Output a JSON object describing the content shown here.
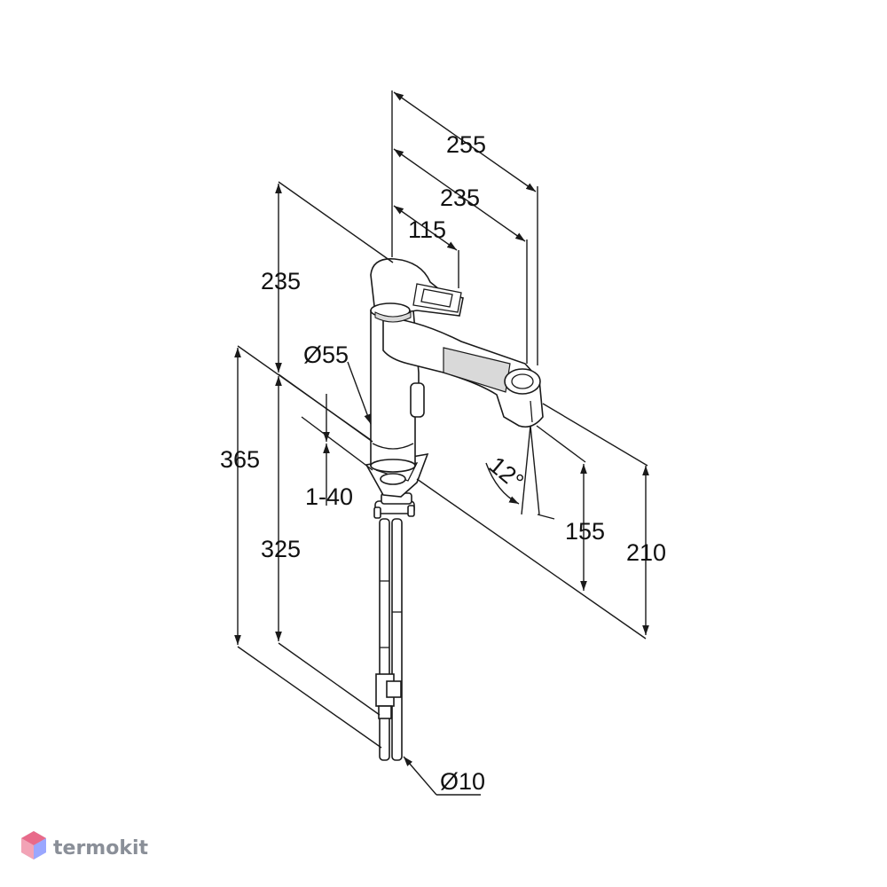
{
  "dimensions": {
    "total_length": "255",
    "reach": "235",
    "lever_offset": "115",
    "spout_height": "235",
    "body_diameter": "Ø55",
    "deck_thickness": "1-40",
    "total_height": "365",
    "hose_length": "325",
    "spray_angle": "12°",
    "outlet_height": "155",
    "max_height": "210",
    "hose_diameter": "Ø10"
  },
  "logo": {
    "text": "termokit",
    "colors": [
      "#e86a8a",
      "#9aa7ff",
      "#c9ccd6"
    ]
  },
  "colors": {
    "line": "#1a1a1a",
    "text": "#111111",
    "shade": "#d9d9d9"
  }
}
